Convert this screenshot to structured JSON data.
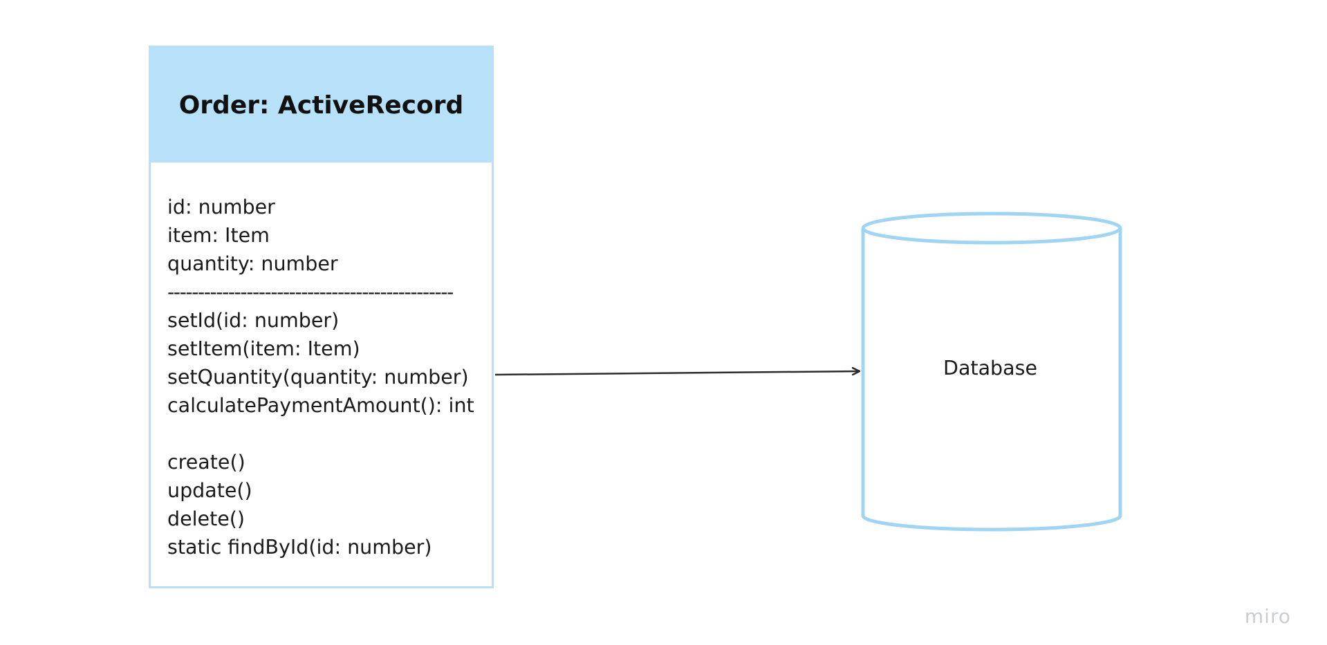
{
  "class_box": {
    "title": "Order: ActiveRecord",
    "attributes": [
      "id: number",
      "item: Item",
      "quantity: number"
    ],
    "divider": "-----------------------------------------------",
    "methods": [
      "setId(id: number)",
      "setItem(item: Item)",
      "setQuantity(quantity: number)",
      "calculatePaymentAmount(): int"
    ],
    "blank": " ",
    "persistence_methods": [
      "create()",
      "update()",
      "delete()",
      "static findById(id: number)"
    ]
  },
  "database": {
    "label": "Database"
  },
  "watermark": "miro",
  "colors": {
    "header_fill": "#b6e1f8",
    "box_border": "#b6e1f8",
    "cylinder_stroke": "#9fd4f3",
    "arrow": "#2b2b2b",
    "watermark": "#c9cdd3"
  }
}
